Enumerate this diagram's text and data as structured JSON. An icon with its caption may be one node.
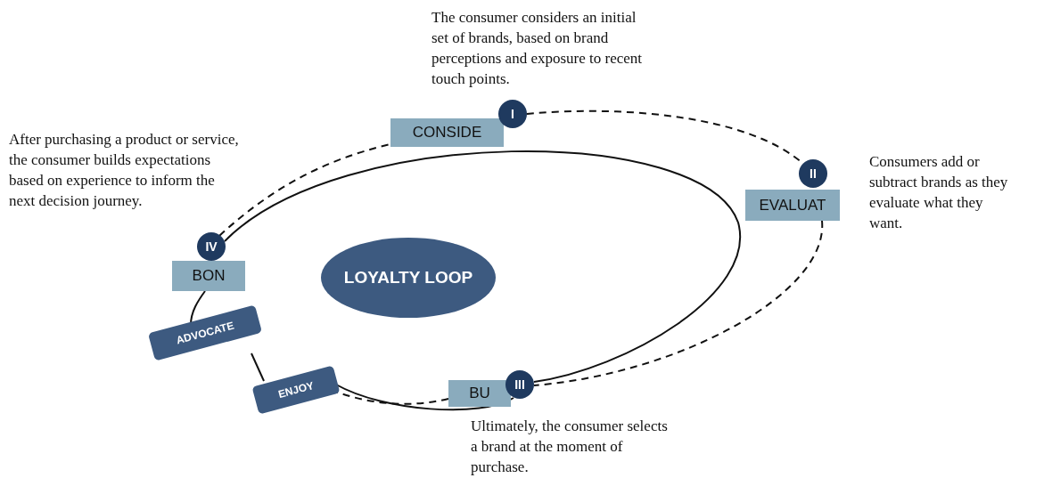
{
  "diagram": {
    "nodes": [
      {
        "text": [
          "CONSIDE"
        ]
      },
      {
        "text": [
          "I"
        ],
        "beside": [
          "The consumer considers an initial set of brands, based on brand perceptions and exposure to recent touch points."
        ]
      },
      {
        "text": [
          "EVALUAT"
        ]
      },
      {
        "text": [
          "II"
        ],
        "beside": [
          "Consumers add or subtract brands as they evaluate what they want."
        ]
      },
      {
        "text": [
          "BU"
        ]
      },
      {
        "text": [
          "III"
        ],
        "beside": [
          "Ultimately, the consumer selects a brand at the moment of purchase."
        ]
      },
      {
        "text": [
          "BON"
        ]
      },
      {
        "text": [
          "IV"
        ],
        "beside": [
          "After purchasing a product or service, the consumer builds expectations based on experience to inform the next decision journey."
        ]
      },
      {
        "text": [
          "ADVOCATE"
        ]
      },
      {
        "text": [
          "ENJOY"
        ]
      },
      {
        "text": [
          "LOYALTY LOOP"
        ]
      }
    ],
    "edges": [
      {
        "from": 1,
        "to": 3,
        "arrow": "none",
        "style": "dashed"
      },
      {
        "from": 2,
        "to": 5,
        "arrow": "none",
        "style": "dashed"
      },
      {
        "from": 4,
        "to": 9,
        "arrow": "none",
        "style": "dashed"
      },
      {
        "from": 7,
        "to": 0,
        "arrow": "none",
        "style": "dashed"
      },
      {
        "from": 5,
        "to": 9,
        "arrow": "none"
      },
      {
        "from": 9,
        "to": 8,
        "arrow": "none"
      },
      {
        "from": 8,
        "to": 6,
        "arrow": "none"
      },
      {
        "from": 7,
        "to": 5,
        "arrow": "none"
      }
    ]
  }
}
